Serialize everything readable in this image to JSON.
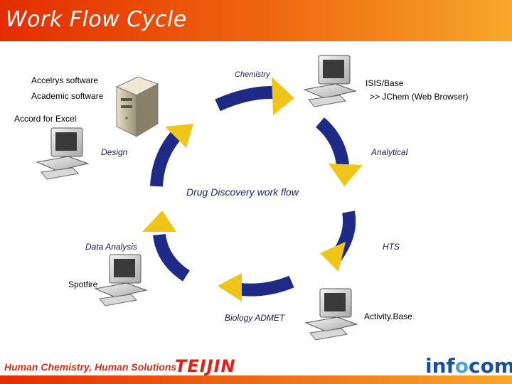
{
  "header": {
    "title": "Work Flow Cycle"
  },
  "labels": {
    "accelrys": "Accelrys software",
    "academic": "Academic software",
    "accord": "Accord for Excel",
    "chemistry": "Chemistry",
    "isis": "ISIS/Base",
    "jchem": ">> JChem (Web Browser)",
    "design": "Design",
    "analytical": "Analytical",
    "center": "Drug Discovery work flow",
    "data_analysis": "Data Analysis",
    "hts": "HTS",
    "spotfire": "Spotfire",
    "biology": "Biology ADMET",
    "activitybase": "Activity.Base"
  },
  "footer": {
    "slogan": "Human Chemistry, Human Solutions",
    "teijin": "TEIJIN",
    "infocom_a": "inf",
    "infocom_b": "o",
    "infocom_c": "com"
  },
  "colors": {
    "arrow_body": "#1f2a86",
    "arrow_head": "#f0c419",
    "header": "#e42c00"
  },
  "icons": [
    "computer-icon",
    "server-icon"
  ]
}
